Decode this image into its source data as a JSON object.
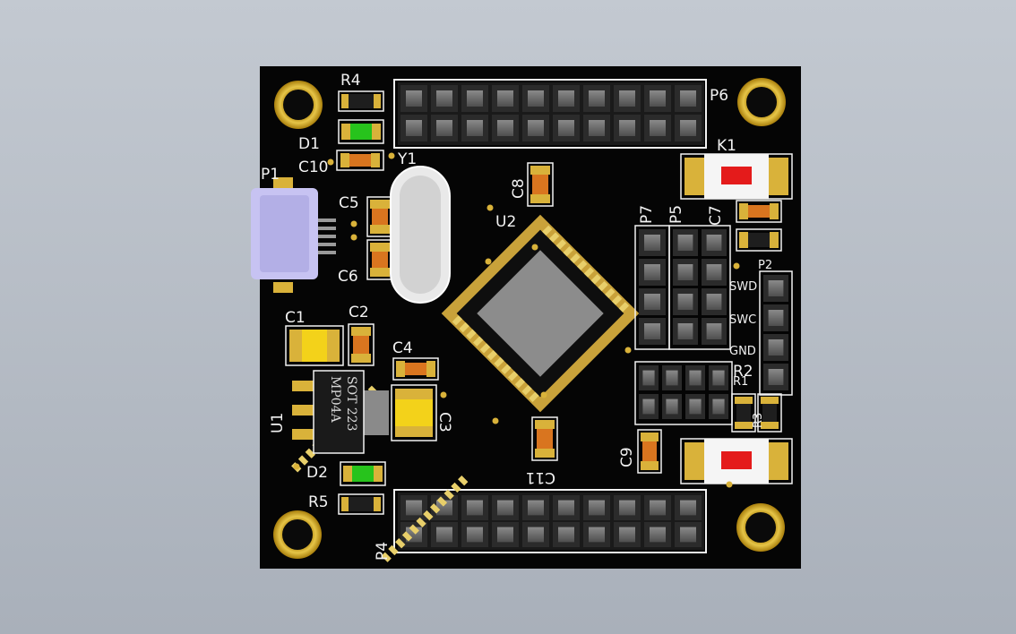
{
  "board": {
    "colors": {
      "background": "#b5bcc5",
      "pcb": "#050505",
      "silkscreen": "#f2f2f2",
      "gold_pad": "#d9b23a",
      "header_pin": "#6b6b6b",
      "connector": "#c7c3f2",
      "led": "#27c31c",
      "button": "#e41b1b"
    },
    "labels": {
      "r4": "R4",
      "d1": "D1",
      "c10": "C10",
      "y1": "Y1",
      "p6": "P6",
      "k1": "K1",
      "p1": "P1",
      "c5": "C5",
      "c8": "C8",
      "c6": "C6",
      "u2": "U2",
      "p7": "P7",
      "p5": "P5",
      "c7": "C7",
      "p2": "P2",
      "swd": "SWD",
      "swc": "SWC",
      "gnd": "GND",
      "c1": "C1",
      "c2": "C2",
      "c4": "C4",
      "c3": "C3",
      "u1": "U1",
      "d2": "D2",
      "r5": "R5",
      "c9": "C9",
      "c11": "C11",
      "p4": "P4",
      "r1": "R1",
      "r3": "R3",
      "r2": "R2"
    },
    "regulator": {
      "marking_line1": "SOT 223",
      "marking_line2": "MP04A"
    }
  }
}
